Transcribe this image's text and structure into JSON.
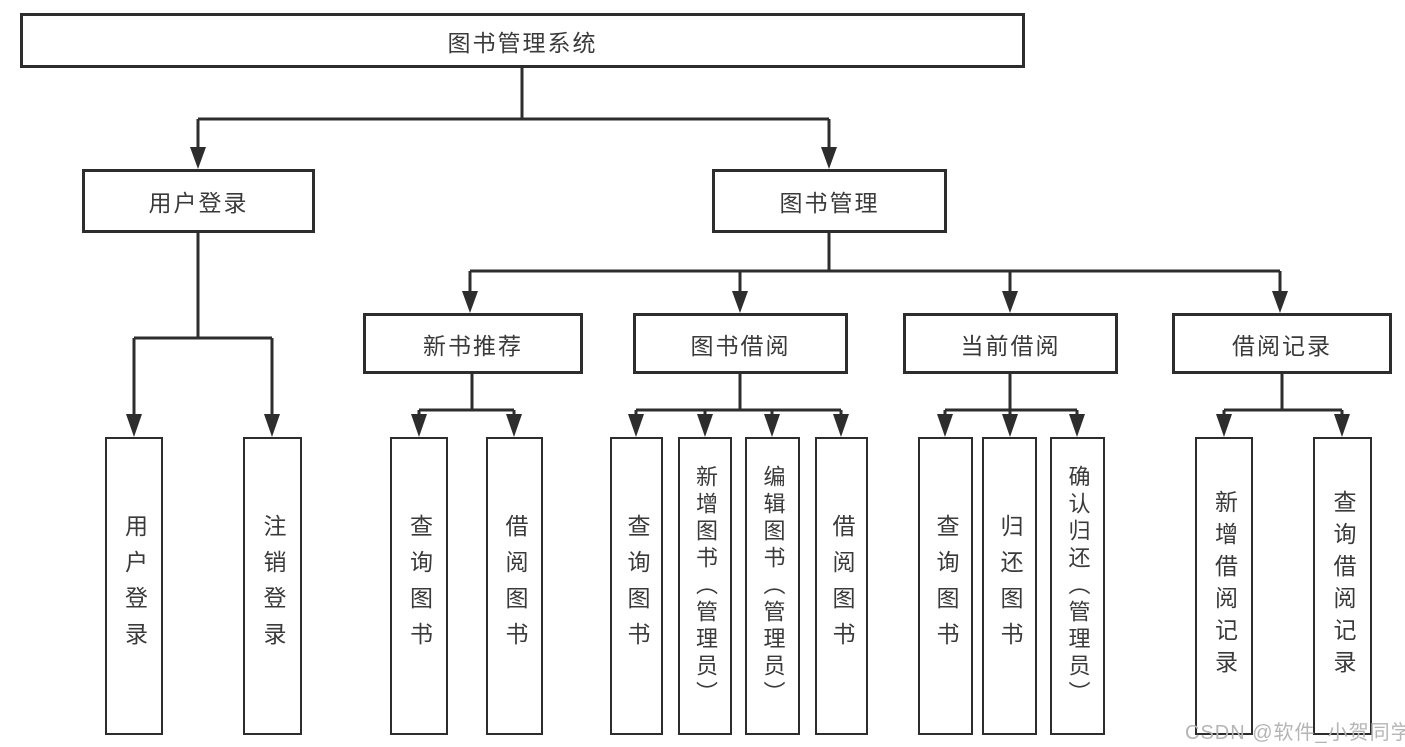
{
  "colors": {
    "line": "#2d2d2d",
    "text": "#3a3a3a",
    "watermark": "#b5b5b5",
    "background": "#ffffff"
  },
  "tree": {
    "root": {
      "label": "图书管理系统"
    },
    "children": [
      {
        "label": "用户登录",
        "children": [
          {
            "label": "用户登录"
          },
          {
            "label": "注销登录"
          }
        ]
      },
      {
        "label": "图书管理",
        "children": [
          {
            "label": "新书推荐",
            "children": [
              {
                "label": "查询图书"
              },
              {
                "label": "借阅图书"
              }
            ]
          },
          {
            "label": "图书借阅",
            "children": [
              {
                "label": "查询图书"
              },
              {
                "label": "新增图书（管理员）"
              },
              {
                "label": "编辑图书（管理员）"
              },
              {
                "label": "借阅图书"
              }
            ]
          },
          {
            "label": "当前借阅",
            "children": [
              {
                "label": "查询图书"
              },
              {
                "label": "归还图书"
              },
              {
                "label": "确认归还（管理员）"
              }
            ]
          },
          {
            "label": "借阅记录",
            "children": [
              {
                "label": "新增借阅记录"
              },
              {
                "label": "查询借阅记录"
              }
            ]
          }
        ]
      }
    ]
  },
  "watermark": {
    "text": "CSDN @软件_小贺同学"
  }
}
